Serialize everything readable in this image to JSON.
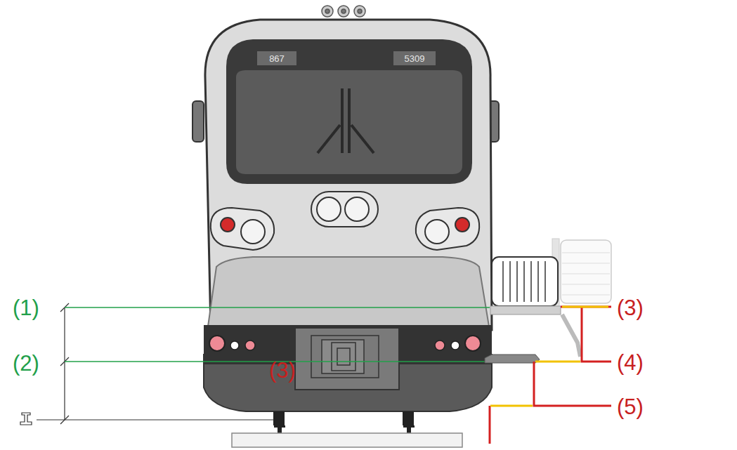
{
  "diagram": {
    "labels": [
      "867",
      "5309",
      "(1)",
      "(2)",
      "(3)",
      "(3)",
      "(4)",
      "(5)"
    ]
  }
}
